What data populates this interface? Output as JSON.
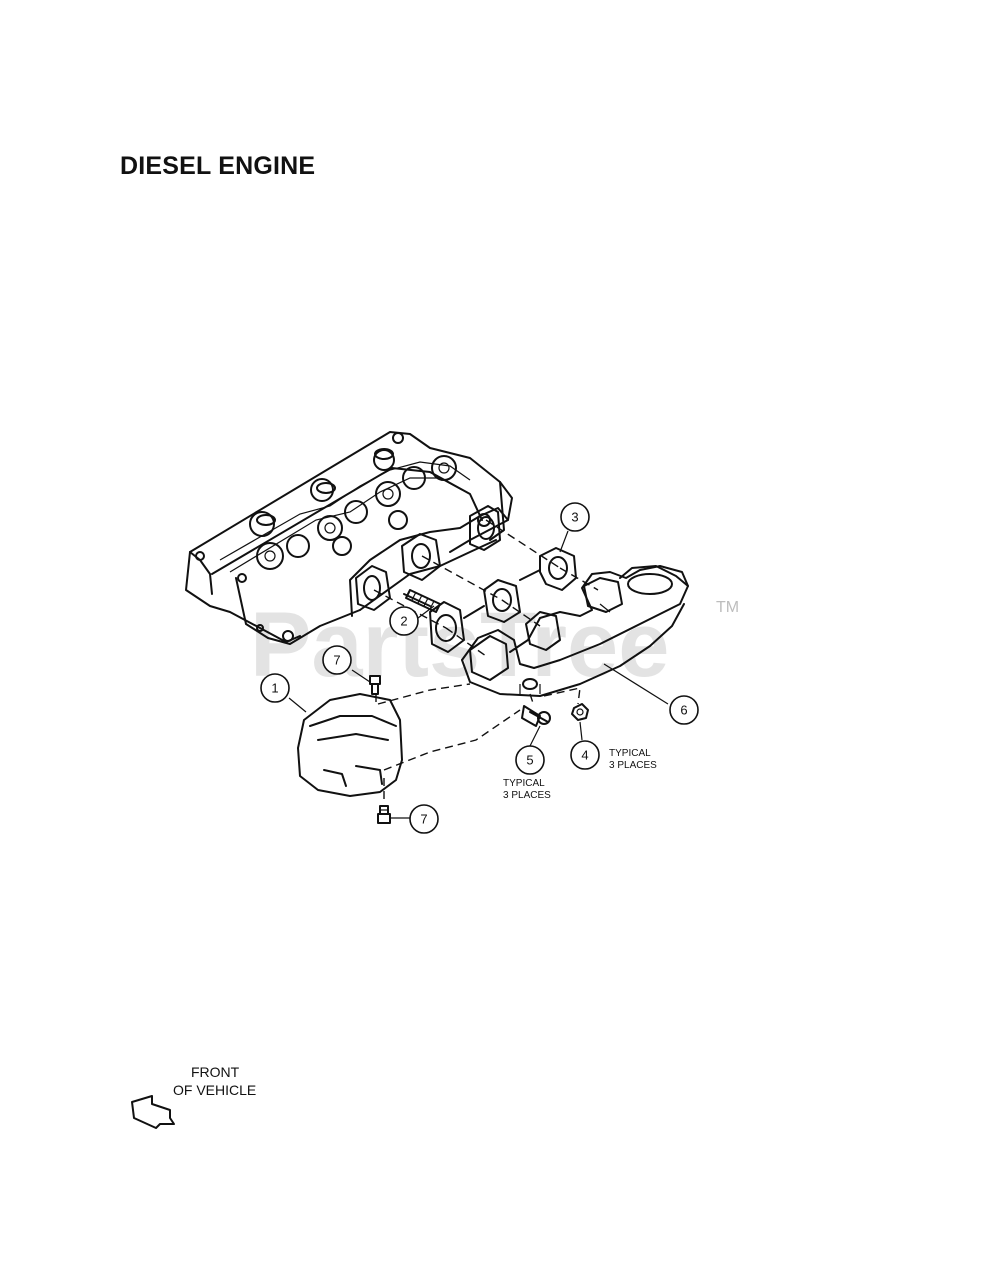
{
  "title": "DIESEL ENGINE",
  "watermark": {
    "text": "PartsTree",
    "tm": "TM"
  },
  "callouts": [
    "1",
    "2",
    "3",
    "4",
    "5",
    "6",
    "7",
    "7"
  ],
  "notes": {
    "typical_5": [
      "TYPICAL",
      "3 PLACES"
    ],
    "typical_4": [
      "TYPICAL",
      "3 PLACES"
    ]
  },
  "front_label": [
    "FRONT",
    "OF VEHICLE"
  ]
}
